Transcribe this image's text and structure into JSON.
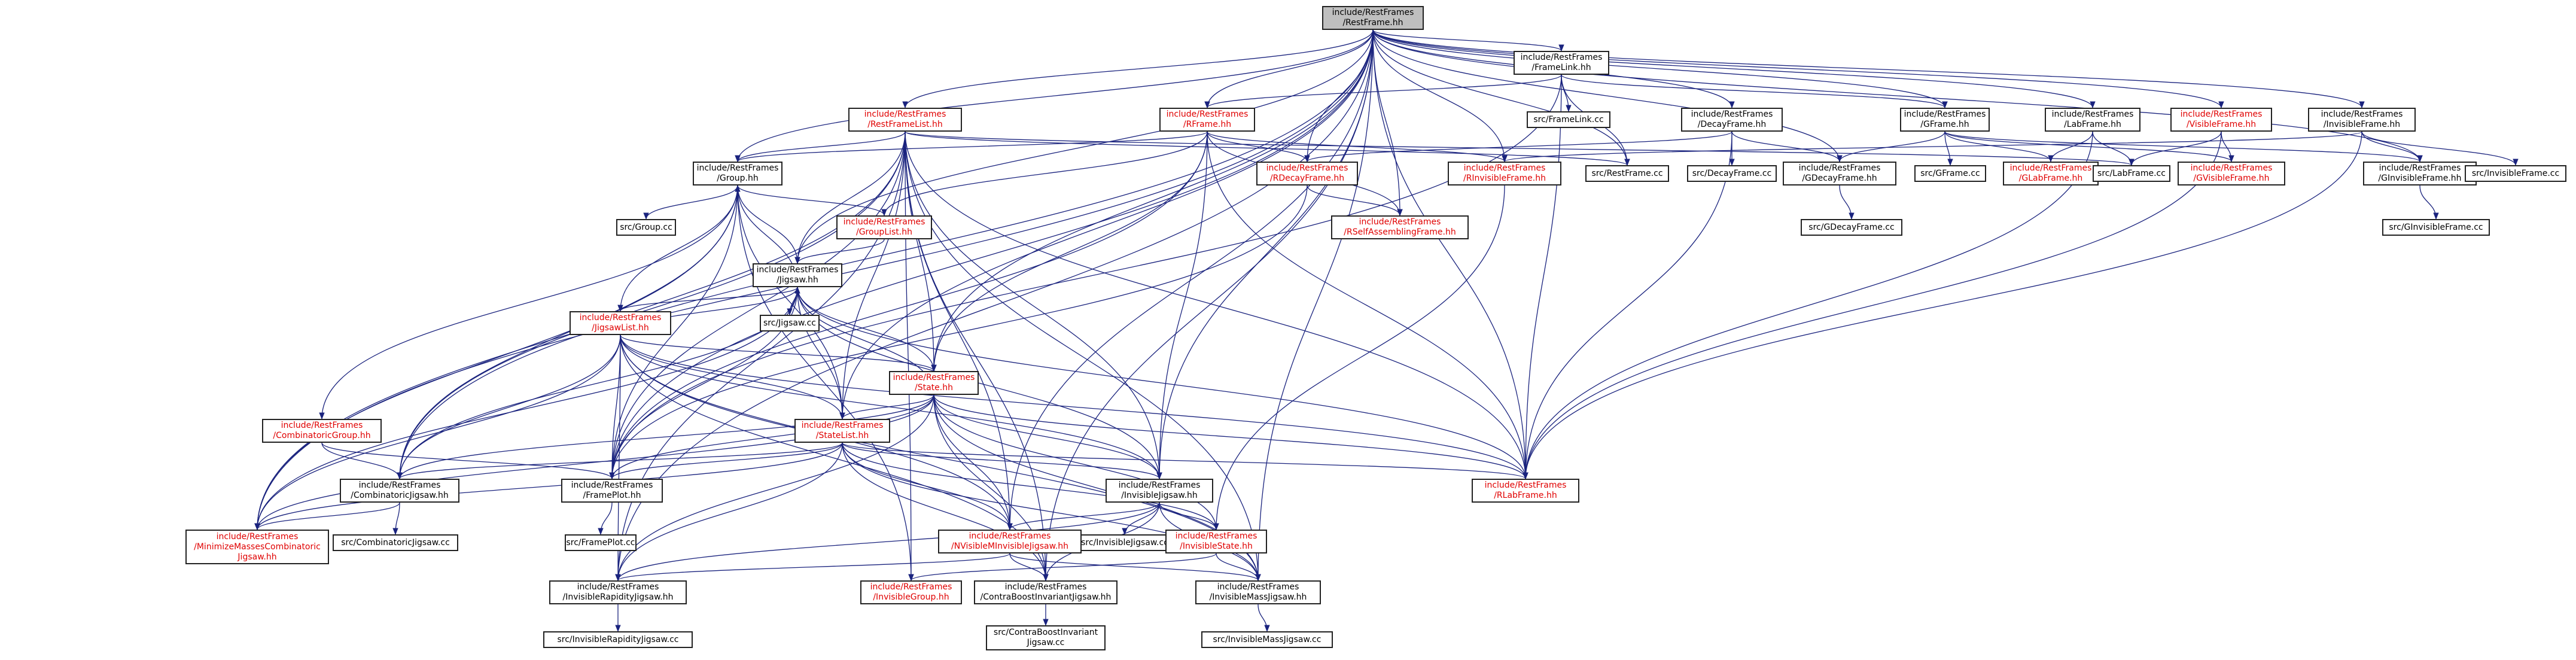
{
  "colors": {
    "edge": "#1a237e",
    "border": "#222222",
    "red_text": "#e00000",
    "root_fill": "#bfbfbf"
  },
  "nodes": [
    {
      "id": "RestFrame",
      "label": "include/RestFrames\n/RestFrame.hh",
      "red": false,
      "root": true
    },
    {
      "id": "FrameLink",
      "label": "include/RestFrames\n/FrameLink.hh",
      "red": false
    },
    {
      "id": "RFrame",
      "label": "include/RestFrames\n/RFrame.hh",
      "red": true
    },
    {
      "id": "RestFrameList",
      "label": "include/RestFrames\n/RestFrameList.hh",
      "red": true
    },
    {
      "id": "DecayFrame",
      "label": "include/RestFrames\n/DecayFrame.hh",
      "red": false
    },
    {
      "id": "GFrame",
      "label": "include/RestFrames\n/GFrame.hh",
      "red": false
    },
    {
      "id": "LabFrame",
      "label": "include/RestFrames\n/LabFrame.hh",
      "red": false
    },
    {
      "id": "VisibleFrame",
      "label": "include/RestFrames\n/VisibleFrame.hh",
      "red": true
    },
    {
      "id": "InvisibleFrame",
      "label": "include/RestFrames\n/InvisibleFrame.hh",
      "red": false
    },
    {
      "id": "FrameLinkcc",
      "label": "src/FrameLink.cc",
      "red": false
    },
    {
      "id": "Group",
      "label": "include/RestFrames\n/Group.hh",
      "red": false
    },
    {
      "id": "RDecayFrame",
      "label": "include/RestFrames\n/RDecayFrame.hh",
      "red": true
    },
    {
      "id": "RInvisibleFrame",
      "label": "include/RestFrames\n/RInvisibleFrame.hh",
      "red": true
    },
    {
      "id": "RestFramecc",
      "label": "src/RestFrame.cc",
      "red": false
    },
    {
      "id": "DecayFramecc",
      "label": "src/DecayFrame.cc",
      "red": false
    },
    {
      "id": "GDecayFrame",
      "label": "include/RestFrames\n/GDecayFrame.hh",
      "red": false
    },
    {
      "id": "GFramecc",
      "label": "src/GFrame.cc",
      "red": false
    },
    {
      "id": "GLabFrame",
      "label": "include/RestFrames\n/GLabFrame.hh",
      "red": true
    },
    {
      "id": "LabFramecc",
      "label": "src/LabFrame.cc",
      "red": false
    },
    {
      "id": "GVisibleFrame",
      "label": "include/RestFrames\n/GVisibleFrame.hh",
      "red": true
    },
    {
      "id": "GInvisibleFrame",
      "label": "include/RestFrames\n/GInvisibleFrame.hh",
      "red": false
    },
    {
      "id": "InvisibleFramecc",
      "label": "src/InvisibleFrame.cc",
      "red": false
    },
    {
      "id": "Groupcc",
      "label": "src/Group.cc",
      "red": false
    },
    {
      "id": "GroupList",
      "label": "include/RestFrames\n/GroupList.hh",
      "red": true
    },
    {
      "id": "RSelfAssemblingFrame",
      "label": "include/RestFrames\n/RSelfAssemblingFrame.hh",
      "red": true
    },
    {
      "id": "GDecayFramecc",
      "label": "src/GDecayFrame.cc",
      "red": false
    },
    {
      "id": "GInvisibleFramecc",
      "label": "src/GInvisibleFrame.cc",
      "red": false
    },
    {
      "id": "Jigsaw",
      "label": "include/RestFrames\n/Jigsaw.hh",
      "red": false
    },
    {
      "id": "Jigsawcc",
      "label": "src/Jigsaw.cc",
      "red": false
    },
    {
      "id": "JigsawList",
      "label": "include/RestFrames\n/JigsawList.hh",
      "red": true
    },
    {
      "id": "State",
      "label": "include/RestFrames\n/State.hh",
      "red": true
    },
    {
      "id": "CombinatoricGroup",
      "label": "include/RestFrames\n/CombinatoricGroup.hh",
      "red": true
    },
    {
      "id": "StateList",
      "label": "include/RestFrames\n/StateList.hh",
      "red": true
    },
    {
      "id": "CombinatoricJigsaw",
      "label": "include/RestFrames\n/CombinatoricJigsaw.hh",
      "red": false
    },
    {
      "id": "FramePlot",
      "label": "include/RestFrames\n/FramePlot.hh",
      "red": false
    },
    {
      "id": "InvisibleJigsaw",
      "label": "include/RestFrames\n/InvisibleJigsaw.hh",
      "red": false
    },
    {
      "id": "RLabFrame",
      "label": "include/RestFrames\n/RLabFrame.hh",
      "red": true
    },
    {
      "id": "MinimizeMasses",
      "label": "include/RestFrames\n/MinimizeMassesCombinatoric\nJigsaw.hh",
      "red": true
    },
    {
      "id": "CombinatoricJigsawcc",
      "label": "src/CombinatoricJigsaw.cc",
      "red": false
    },
    {
      "id": "FramePlotcc",
      "label": "src/FramePlot.cc",
      "red": false
    },
    {
      "id": "InvisibleJigsawcc",
      "label": "src/InvisibleJigsaw.cc",
      "red": false
    },
    {
      "id": "NVisible",
      "label": "include/RestFrames\n/NVisibleMInvisibleJigsaw.hh",
      "red": true
    },
    {
      "id": "InvisibleState",
      "label": "include/RestFrames\n/InvisibleState.hh",
      "red": true
    },
    {
      "id": "InvisibleRapidity",
      "label": "include/RestFrames\n/InvisibleRapidityJigsaw.hh",
      "red": false
    },
    {
      "id": "InvisibleGroup",
      "label": "include/RestFrames\n/InvisibleGroup.hh",
      "red": true
    },
    {
      "id": "ContraBoost",
      "label": "include/RestFrames\n/ContraBoostInvariantJigsaw.hh",
      "red": false
    },
    {
      "id": "InvisibleMass",
      "label": "include/RestFrames\n/InvisibleMassJigsaw.hh",
      "red": false
    },
    {
      "id": "InvisibleRapiditycc",
      "label": "src/InvisibleRapidityJigsaw.cc",
      "red": false
    },
    {
      "id": "ContraBoostcc",
      "label": "src/ContraBoostInvariant\nJigsaw.cc",
      "red": false
    },
    {
      "id": "InvisibleMasscc",
      "label": "src/InvisibleMassJigsaw.cc",
      "red": false
    }
  ],
  "edges": [
    [
      "RestFrame",
      "FrameLink"
    ],
    [
      "RestFrame",
      "RFrame"
    ],
    [
      "RestFrame",
      "RestFrameList"
    ],
    [
      "RestFrame",
      "DecayFrame"
    ],
    [
      "RestFrame",
      "GFrame"
    ],
    [
      "RestFrame",
      "LabFrame"
    ],
    [
      "RestFrame",
      "VisibleFrame"
    ],
    [
      "RestFrame",
      "InvisibleFrame"
    ],
    [
      "RestFrame",
      "Group"
    ],
    [
      "RestFrame",
      "RDecayFrame"
    ],
    [
      "RestFrame",
      "RInvisibleFrame"
    ],
    [
      "RestFrame",
      "RestFramecc"
    ],
    [
      "RestFrame",
      "GDecayFrame"
    ],
    [
      "RestFrame",
      "GInvisibleFrame"
    ],
    [
      "RestFrame",
      "Jigsaw"
    ],
    [
      "RestFrame",
      "State"
    ],
    [
      "RestFrame",
      "StateList"
    ],
    [
      "RestFrame",
      "CombinatoricJigsaw"
    ],
    [
      "RestFrame",
      "FramePlot"
    ],
    [
      "RestFrame",
      "InvisibleJigsaw"
    ],
    [
      "RestFrame",
      "RLabFrame"
    ],
    [
      "RestFrame",
      "MinimizeMasses"
    ],
    [
      "RestFrame",
      "NVisible"
    ],
    [
      "RestFrame",
      "InvisibleRapidity"
    ],
    [
      "RestFrame",
      "ContraBoost"
    ],
    [
      "RestFrame",
      "InvisibleMass"
    ],
    [
      "RestFrame",
      "RSelfAssemblingFrame"
    ],
    [
      "FrameLink",
      "RFrame"
    ],
    [
      "FrameLink",
      "FrameLinkcc"
    ],
    [
      "FrameLink",
      "RestFramecc"
    ],
    [
      "FrameLink",
      "GFrame"
    ],
    [
      "FrameLink",
      "RLabFrame"
    ],
    [
      "FrameLink",
      "FramePlot"
    ],
    [
      "RFrame",
      "Group"
    ],
    [
      "RFrame",
      "RDecayFrame"
    ],
    [
      "RFrame",
      "RInvisibleFrame"
    ],
    [
      "RFrame",
      "RSelfAssemblingFrame"
    ],
    [
      "RFrame",
      "GroupList"
    ],
    [
      "RFrame",
      "State"
    ],
    [
      "RFrame",
      "RLabFrame"
    ],
    [
      "RFrame",
      "InvisibleJigsaw"
    ],
    [
      "RFrame",
      "FramePlot"
    ],
    [
      "RestFrameList",
      "Group"
    ],
    [
      "RestFrameList",
      "Jigsaw"
    ],
    [
      "RestFrameList",
      "State"
    ],
    [
      "RestFrameList",
      "StateList"
    ],
    [
      "RestFrameList",
      "RLabFrame"
    ],
    [
      "RestFrameList",
      "CombinatoricJigsaw"
    ],
    [
      "RestFrameList",
      "FramePlot"
    ],
    [
      "RestFrameList",
      "InvisibleJigsaw"
    ],
    [
      "RestFrameList",
      "NVisible"
    ],
    [
      "RestFrameList",
      "ContraBoost"
    ],
    [
      "RestFrameList",
      "InvisibleMass"
    ],
    [
      "RestFrameList",
      "InvisibleRapidity"
    ],
    [
      "RestFrameList",
      "RestFramecc"
    ],
    [
      "RestFrameList",
      "LabFramecc"
    ],
    [
      "RestFrameList",
      "InvisibleGroup"
    ],
    [
      "RestFrameList",
      "MinimizeMasses"
    ],
    [
      "DecayFrame",
      "RDecayFrame"
    ],
    [
      "DecayFrame",
      "DecayFramecc"
    ],
    [
      "DecayFrame",
      "GDecayFrame"
    ],
    [
      "DecayFrame",
      "RLabFrame"
    ],
    [
      "GFrame",
      "GDecayFrame"
    ],
    [
      "GFrame",
      "GFramecc"
    ],
    [
      "GFrame",
      "GLabFrame"
    ],
    [
      "GFrame",
      "GVisibleFrame"
    ],
    [
      "GFrame",
      "GInvisibleFrame"
    ],
    [
      "LabFrame",
      "GLabFrame"
    ],
    [
      "LabFrame",
      "LabFramecc"
    ],
    [
      "LabFrame",
      "RLabFrame"
    ],
    [
      "VisibleFrame",
      "GVisibleFrame"
    ],
    [
      "VisibleFrame",
      "LabFramecc"
    ],
    [
      "VisibleFrame",
      "RLabFrame"
    ],
    [
      "InvisibleFrame",
      "RInvisibleFrame"
    ],
    [
      "InvisibleFrame",
      "GInvisibleFrame"
    ],
    [
      "InvisibleFrame",
      "InvisibleFramecc"
    ],
    [
      "InvisibleFrame",
      "RLabFrame"
    ],
    [
      "Group",
      "Groupcc"
    ],
    [
      "Group",
      "GroupList"
    ],
    [
      "Group",
      "Jigsaw"
    ],
    [
      "Group",
      "JigsawList"
    ],
    [
      "Group",
      "CombinatoricGroup"
    ],
    [
      "Group",
      "StateList"
    ],
    [
      "Group",
      "FramePlot"
    ],
    [
      "Group",
      "CombinatoricJigsaw"
    ],
    [
      "Group",
      "InvisibleGroup"
    ],
    [
      "Group",
      "MinimizeMasses"
    ],
    [
      "RDecayFrame",
      "RSelfAssemblingFrame"
    ],
    [
      "RDecayFrame",
      "FramePlot"
    ],
    [
      "RInvisibleFrame",
      "InvisibleState"
    ],
    [
      "GDecayFrame",
      "GDecayFramecc"
    ],
    [
      "GInvisibleFrame",
      "GInvisibleFramecc"
    ],
    [
      "GroupList",
      "Jigsaw"
    ],
    [
      "Jigsaw",
      "Jigsawcc"
    ],
    [
      "Jigsaw",
      "JigsawList"
    ],
    [
      "Jigsaw",
      "State"
    ],
    [
      "Jigsaw",
      "StateList"
    ],
    [
      "Jigsaw",
      "CombinatoricJigsaw"
    ],
    [
      "Jigsaw",
      "InvisibleJigsaw"
    ],
    [
      "Jigsaw",
      "RLabFrame"
    ],
    [
      "Jigsaw",
      "FramePlot"
    ],
    [
      "Jigsaw",
      "MinimizeMasses"
    ],
    [
      "Jigsaw",
      "Group"
    ],
    [
      "JigsawList",
      "State"
    ],
    [
      "JigsawList",
      "StateList"
    ],
    [
      "JigsawList",
      "FramePlot"
    ],
    [
      "JigsawList",
      "RLabFrame"
    ],
    [
      "JigsawList",
      "InvisibleJigsaw"
    ],
    [
      "JigsawList",
      "InvisibleRapidity"
    ],
    [
      "JigsawList",
      "ContraBoost"
    ],
    [
      "JigsawList",
      "InvisibleMass"
    ],
    [
      "JigsawList",
      "NVisible"
    ],
    [
      "JigsawList",
      "MinimizeMasses"
    ],
    [
      "JigsawList",
      "CombinatoricJigsaw"
    ],
    [
      "JigsawList",
      "Jigsaw"
    ],
    [
      "State",
      "StateList"
    ],
    [
      "State",
      "InvisibleJigsaw"
    ],
    [
      "State",
      "InvisibleState"
    ],
    [
      "State",
      "RLabFrame"
    ],
    [
      "State",
      "FramePlot"
    ],
    [
      "State",
      "CombinatoricJigsaw"
    ],
    [
      "State",
      "NVisible"
    ],
    [
      "State",
      "ContraBoost"
    ],
    [
      "State",
      "InvisibleMass"
    ],
    [
      "State",
      "InvisibleRapidity"
    ],
    [
      "State",
      "MinimizeMasses"
    ],
    [
      "State",
      "Jigsaw"
    ],
    [
      "CombinatoricGroup",
      "CombinatoricJigsaw"
    ],
    [
      "CombinatoricGroup",
      "FramePlot"
    ],
    [
      "StateList",
      "CombinatoricJigsaw"
    ],
    [
      "StateList",
      "FramePlot"
    ],
    [
      "StateList",
      "InvisibleJigsaw"
    ],
    [
      "StateList",
      "RLabFrame"
    ],
    [
      "StateList",
      "NVisible"
    ],
    [
      "StateList",
      "InvisibleState"
    ],
    [
      "StateList",
      "ContraBoost"
    ],
    [
      "StateList",
      "InvisibleMass"
    ],
    [
      "StateList",
      "InvisibleRapidity"
    ],
    [
      "StateList",
      "MinimizeMasses"
    ],
    [
      "CombinatoricJigsaw",
      "MinimizeMasses"
    ],
    [
      "CombinatoricJigsaw",
      "CombinatoricJigsawcc"
    ],
    [
      "FramePlot",
      "FramePlotcc"
    ],
    [
      "InvisibleJigsaw",
      "InvisibleJigsawcc"
    ],
    [
      "InvisibleJigsaw",
      "NVisible"
    ],
    [
      "InvisibleJigsaw",
      "InvisibleState"
    ],
    [
      "InvisibleJigsaw",
      "ContraBoost"
    ],
    [
      "InvisibleJigsaw",
      "InvisibleMass"
    ],
    [
      "InvisibleJigsaw",
      "InvisibleRapidity"
    ],
    [
      "NVisible",
      "InvisibleRapidity"
    ],
    [
      "NVisible",
      "ContraBoost"
    ],
    [
      "NVisible",
      "InvisibleMass"
    ],
    [
      "InvisibleState",
      "InvisibleGroup"
    ],
    [
      "InvisibleState",
      "InvisibleMass"
    ],
    [
      "InvisibleRapidity",
      "InvisibleRapiditycc"
    ],
    [
      "ContraBoost",
      "ContraBoostcc"
    ],
    [
      "InvisibleMass",
      "InvisibleMasscc"
    ]
  ]
}
